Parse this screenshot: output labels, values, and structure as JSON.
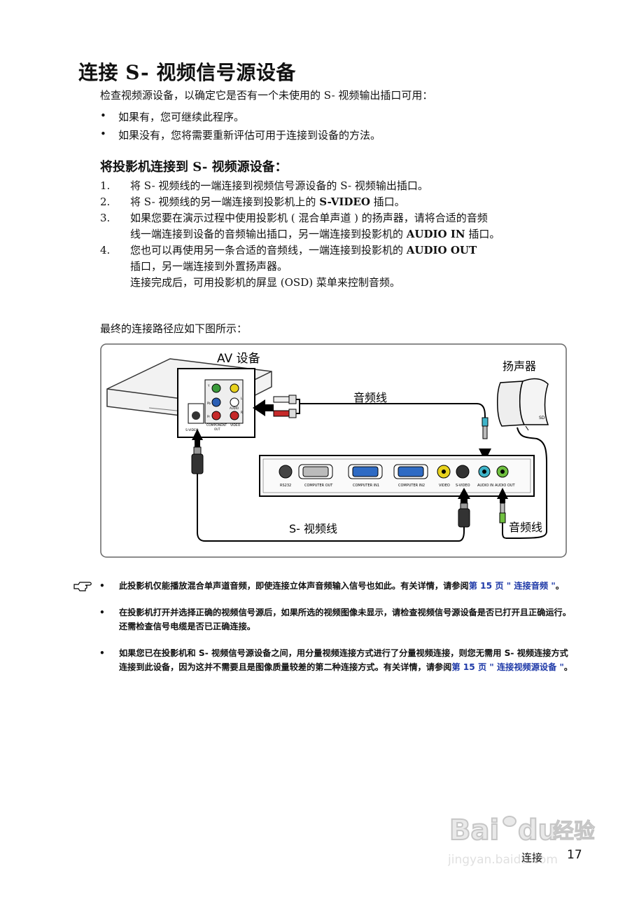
{
  "title": "连接 S- 视频信号源设备",
  "intro": "检查视频源设备，以确定它是否有一个未使用的 S- 视频输出插口可用：",
  "bullets": [
    "如果有，您可继续此程序。",
    "如果没有，您将需要重新评估可用于连接到设备的方法。"
  ],
  "subtitle": "将投影机连接到 S- 视频源设备：",
  "steps": [
    {
      "num": "1.",
      "pre": "将 S- 视频线的一端连接到视频信号源设备的 S- 视频输出插口。"
    },
    {
      "num": "2.",
      "pre": "将 S- 视频线的另一端连接到投影机上的 ",
      "bold": "S-VIDEO",
      "post": " 插口。"
    },
    {
      "num": "3.",
      "line1": "如果您要在演示过程中使用投影机 ( 混合单声道 ) 的扬声器，请将合适的音频",
      "line2_pre": "线一端连接到设备的音频输出插口，另一端连接到投影机的 ",
      "line2_bold": "AUDIO IN",
      "line2_post": " 插口。"
    },
    {
      "num": "4.",
      "line1_pre": "您也可以再使用另一条合适的音频线，一端连接到投影机的 ",
      "line1_bold": "AUDIO OUT",
      "line2": "插口，另一端连接到外置扬声器。",
      "line3": "连接完成后，可用投影机的屏显 (OSD) 菜单来控制音频。"
    }
  ],
  "caption": "最终的连接路径应如下图所示：",
  "diagram": {
    "av_device": "AV 设备",
    "speaker": "扬声器",
    "audio_cable_top": "音频线",
    "svideo_cable": "S- 视频线",
    "audio_cable_bottom": "音频线",
    "av_panel_labels": [
      "S-VIDEO",
      "COMPONENT",
      "VIDEO",
      "AUDIO",
      "OUT"
    ],
    "av_jack_marks": [
      "Y",
      "Pb",
      "Pr",
      "L",
      "R"
    ],
    "projector_ports": [
      "RS232",
      "COMPUTER OUT",
      "COMPUTER IN1",
      "COMPUTER IN2",
      "VIDEO",
      "S-VIDEO",
      "AUDIO IN",
      "AUDIO OUT"
    ]
  },
  "notes": [
    {
      "text": "此投影机仅能播放混合单声道音频，即使连接立体声音频输入信号也如此。有关详情，请参阅",
      "link": "第 15 页 \" 连接音频 \"",
      "end": "。"
    },
    {
      "text": "在投影机打开并选择正确的视频信号源后，如果所选的视频图像未显示，请检查视频信号源设备是否已打开且正确运行。还需检查信号电缆是否已正确连接。"
    },
    {
      "text": "如果您已在投影机和 S- 视频信号源设备之间，用分量视频连接方式进行了分量视频连接，则您无需用 S- 视频连接方式连接到此设备，因为这并不需要且是图像质量较差的第二种连接方式。有关详情，请参阅",
      "link": "第 15 页 \" 连接视频源设备 \"",
      "end": "。"
    }
  ],
  "footer": {
    "label": "连接",
    "page": "17"
  },
  "watermark": {
    "line1": "Bai",
    "line2": "du",
    "line3": "经验",
    "url": "jingyan.baidu.com"
  }
}
